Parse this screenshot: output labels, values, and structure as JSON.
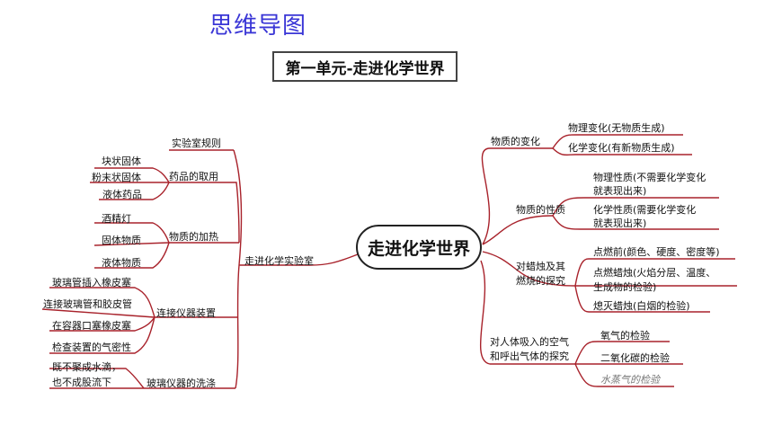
{
  "heading": "思维导图",
  "title": "第一单元-走进化学世界",
  "center": "走进化学世界",
  "left": {
    "branches": [
      {
        "label": "走进化学实验室"
      },
      {
        "label": "实验室规则"
      },
      {
        "label": "药品的取用",
        "leaves": [
          "块状固体",
          "粉末状固体",
          "液体药品"
        ]
      },
      {
        "label": "物质的加热",
        "leaves": [
          "酒精灯",
          "固体物质",
          "液体物质"
        ]
      },
      {
        "label": "连接仪器装置",
        "leaves": [
          "玻璃管插入橡皮塞",
          "连接玻璃管和胶皮管",
          "在容器口塞橡皮塞",
          "检查装置的气密性"
        ]
      },
      {
        "label": "玻璃仪器的洗涤",
        "leaves": [
          "既不聚成水滴，",
          "也不成股流下"
        ]
      }
    ]
  },
  "right": {
    "branches": [
      {
        "label": "物质的变化",
        "leaves": [
          "物理变化(无物质生成)",
          "化学变化(有新物质生成)"
        ]
      },
      {
        "label": "物质的性质",
        "leaves": [
          "物理性质(不需要化学变化",
          "就表现出来)",
          "化学性质(需要化学变化",
          "就表现出来)"
        ]
      },
      {
        "label": "对蜡烛及其",
        "label2": "燃烧的探究",
        "leaves": [
          "点燃前(颜色、硬度、密度等)",
          "点燃蜡烛(火焰分层、温度、",
          "生成物的检验)",
          "熄灭蜡烛(白烟的检验)"
        ]
      },
      {
        "label": "对人体吸入的空气",
        "label2": "和呼出气体的探究",
        "leaves": [
          "氧气的检验",
          "二氧化碳的检验",
          "水蒸气的检验"
        ]
      }
    ]
  }
}
